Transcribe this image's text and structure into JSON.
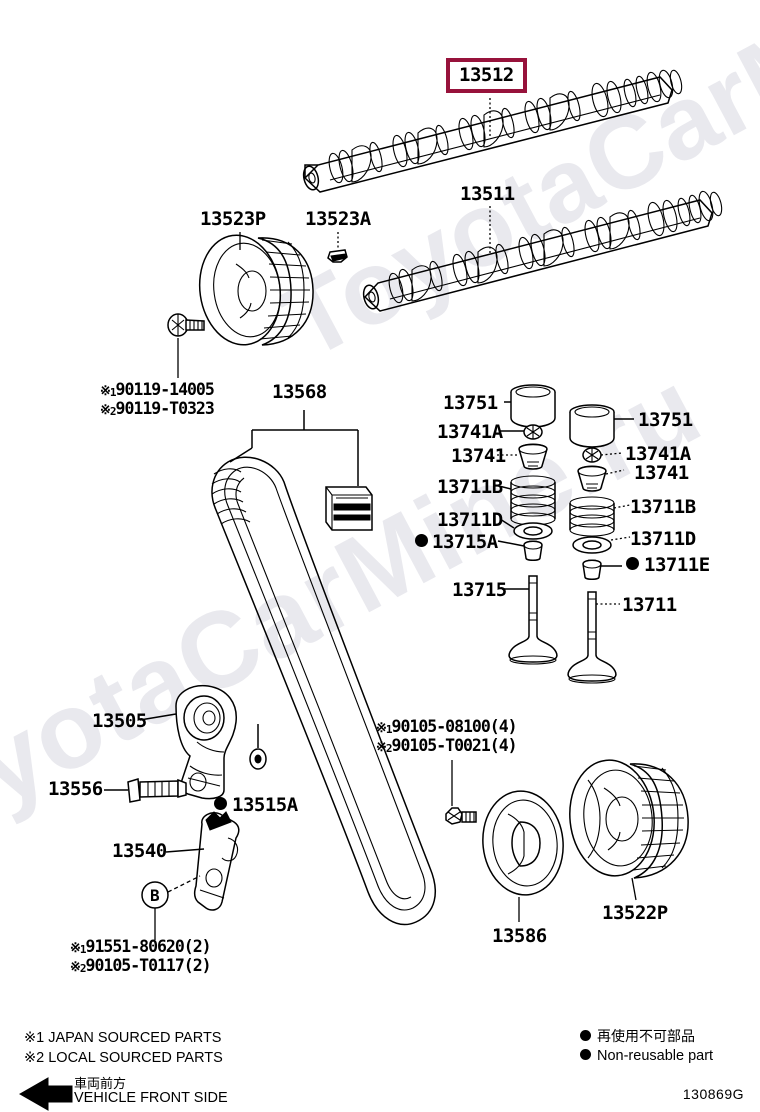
{
  "diagram": {
    "id_code": "130869G",
    "title": "Toyota camshaft & valve / timing belt parts diagram",
    "highlight_color": "#97123b",
    "watermark_text": "ToyotaCarMine.ru"
  },
  "parts": [
    {
      "key": "p13512",
      "number": "13512",
      "highlighted": true,
      "name": "camshaft-intake"
    },
    {
      "key": "p13511",
      "number": "13511",
      "highlighted": false,
      "name": "camshaft-exhaust"
    },
    {
      "key": "p13523P",
      "number": "13523P",
      "highlighted": false,
      "name": "camshaft-timing-gear"
    },
    {
      "key": "p13523A",
      "number": "13523A",
      "highlighted": false,
      "name": "camshaft-gear-pin"
    },
    {
      "key": "p13568",
      "number": "13568",
      "highlighted": false,
      "name": "timing-belt"
    },
    {
      "key": "p13751a",
      "number": "13751",
      "highlighted": false,
      "name": "valve-lifter-intake"
    },
    {
      "key": "p13751b",
      "number": "13751",
      "highlighted": false,
      "name": "valve-lifter-exhaust"
    },
    {
      "key": "p13741Aa",
      "number": "13741A",
      "highlighted": false,
      "name": "valve-spring-retainer-lock-intake"
    },
    {
      "key": "p13741Ab",
      "number": "13741A",
      "highlighted": false,
      "name": "valve-spring-retainer-lock-exhaust"
    },
    {
      "key": "p13741a",
      "number": "13741",
      "highlighted": false,
      "name": "valve-spring-retainer-intake"
    },
    {
      "key": "p13741b",
      "number": "13741",
      "highlighted": false,
      "name": "valve-spring-retainer-exhaust"
    },
    {
      "key": "p13711Ba",
      "number": "13711B",
      "highlighted": false,
      "name": "valve-spring-intake"
    },
    {
      "key": "p13711Bb",
      "number": "13711B",
      "highlighted": false,
      "name": "valve-spring-exhaust"
    },
    {
      "key": "p13711Da",
      "number": "13711D",
      "highlighted": false,
      "name": "valve-spring-seat-intake"
    },
    {
      "key": "p13711Db",
      "number": "13711D",
      "highlighted": false,
      "name": "valve-spring-seat-exhaust"
    },
    {
      "key": "p13715A",
      "number": "13715A",
      "highlighted": false,
      "bullet": true,
      "name": "valve-stem-oil-seal-intake"
    },
    {
      "key": "p13711E",
      "number": "13711E",
      "highlighted": false,
      "bullet": true,
      "name": "valve-stem-oil-seal-exhaust"
    },
    {
      "key": "p13715",
      "number": "13715",
      "highlighted": false,
      "name": "intake-valve"
    },
    {
      "key": "p13711",
      "number": "13711",
      "highlighted": false,
      "name": "exhaust-valve"
    },
    {
      "key": "p13505",
      "number": "13505",
      "highlighted": false,
      "name": "timing-belt-tensioner"
    },
    {
      "key": "p13556",
      "number": "13556",
      "highlighted": false,
      "name": "tensioner-bolt"
    },
    {
      "key": "p13515A",
      "number": "13515A",
      "highlighted": false,
      "bullet": true,
      "name": "tensioner-washer"
    },
    {
      "key": "p13540",
      "number": "13540",
      "highlighted": false,
      "name": "belt-tensioner-damper"
    },
    {
      "key": "p13586",
      "number": "13586",
      "highlighted": false,
      "name": "crankshaft-timing-pulley-plate"
    },
    {
      "key": "p13522P",
      "number": "13522P",
      "highlighted": false,
      "name": "crankshaft-timing-pulley"
    }
  ],
  "callout_notes": [
    {
      "key": "n1",
      "line1_mark": "※",
      "line1_sub": "1",
      "line1": "90119-14005",
      "line2_mark": "※",
      "line2_sub": "2",
      "line2": "90119-T0323"
    },
    {
      "key": "n2",
      "line1_mark": "※",
      "line1_sub": "1",
      "line1": "90105-08100(4)",
      "line2_mark": "※",
      "line2_sub": "2",
      "line2": "90105-T0021(4)"
    },
    {
      "key": "n3",
      "line1_mark": "※",
      "line1_sub": "1",
      "line1": "91551-80620(2)",
      "line2_mark": "※",
      "line2_sub": "2",
      "line2": "90105-T0117(2)"
    }
  ],
  "balloons": [
    {
      "key": "b1",
      "label": "B",
      "name": "callout-balloon-b"
    }
  ],
  "footer": {
    "japan_sourced": "※1 JAPAN SOURCED PARTS",
    "local_sourced": "※2 LOCAL SOURCED PARTS",
    "non_reusable_jp": "再使用不可部品",
    "non_reusable_en": "Non-reusable part",
    "front_jp": "車両前方",
    "front_en": "VEHICLE FRONT SIDE",
    "diagram_id": "130869G"
  }
}
